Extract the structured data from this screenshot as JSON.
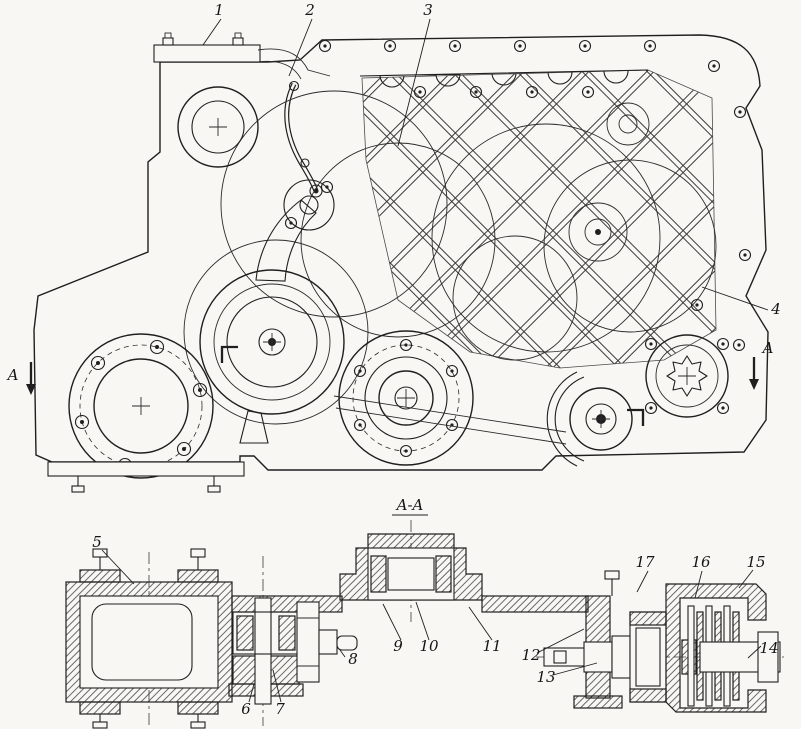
{
  "drawing": {
    "paper_color": "#f8f7f3",
    "ink_color": "#1f1f1f",
    "section_title": "A-A",
    "section_arrow_left": "A",
    "section_arrow_right": "A",
    "callouts": [
      "1",
      "2",
      "3",
      "4",
      "5",
      "6",
      "7",
      "8",
      "9",
      "10",
      "11",
      "12",
      "13",
      "14",
      "15",
      "16",
      "17"
    ]
  }
}
